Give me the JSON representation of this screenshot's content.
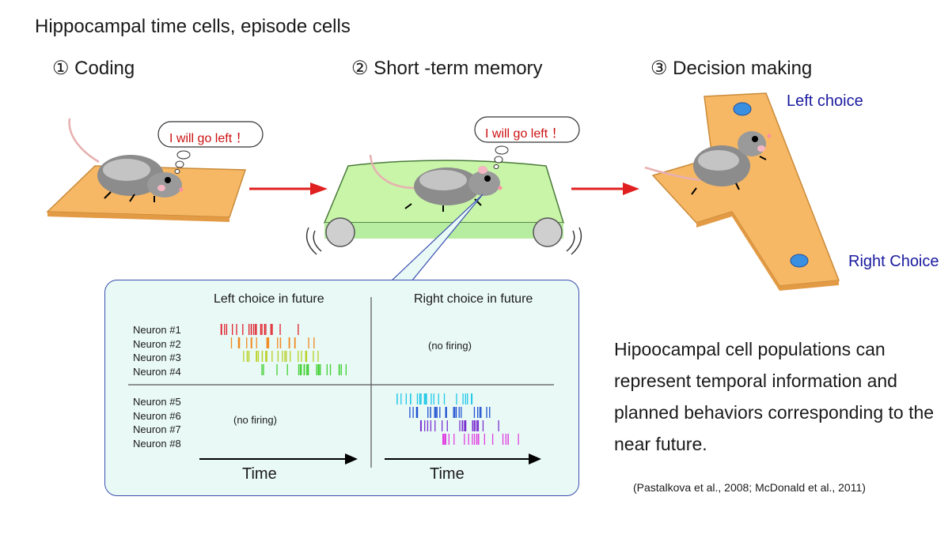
{
  "title": "Hippocampal time cells, episode cells",
  "steps": [
    "① Coding",
    "② Short -term memory",
    "③ Decision making"
  ],
  "thought_bubble_text": "I will go left ！",
  "choice_labels": {
    "left": "Left choice",
    "right": "Right Choice"
  },
  "raster": {
    "left_header": "Left choice in future",
    "right_header": "Right choice in future",
    "neurons": [
      "Neuron #1",
      "Neuron #2",
      "Neuron #3",
      "Neuron #4",
      "Neuron #5",
      "Neuron #6",
      "Neuron #7",
      "Neuron #8"
    ],
    "no_firing": "(no firing)",
    "time_label": "Time"
  },
  "caption": "Hipoocampal cell populations can represent temporal information  and planned behaviors corresponding to the near future.",
  "citation": "(Pastalkova et al., 2008; McDonald et al., 2011)",
  "colors": {
    "arrow": "#e02020",
    "board": "#f7b865",
    "treadmill": "#c8f5a8",
    "panel_bg": "#e9f9f6",
    "panel_border": "#3a4fb0",
    "target_dot": "#3b8fe0"
  },
  "icons": [
    "mouse-icon",
    "thought-bubble-icon",
    "treadmill-icon",
    "t-maze-icon",
    "arrow-icon"
  ]
}
